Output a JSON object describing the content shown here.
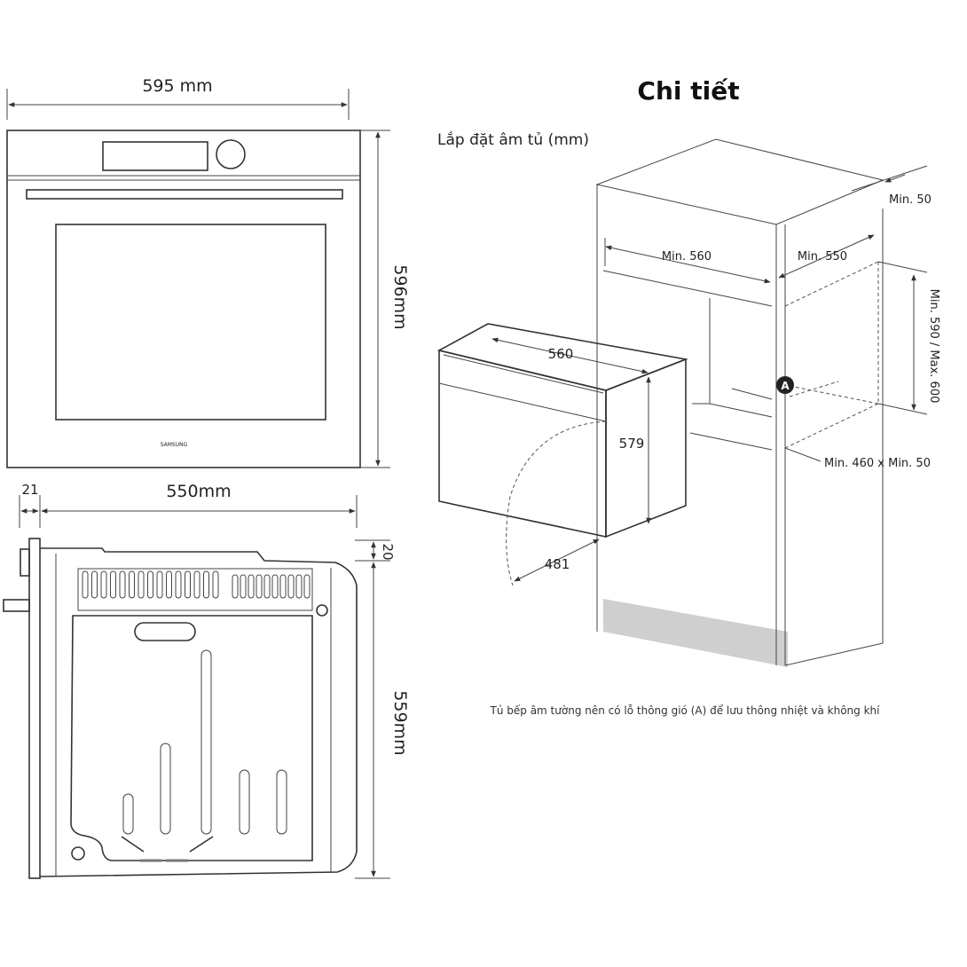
{
  "title": "Chi tiết",
  "subtitle": "Lắp đặt âm tủ (mm)",
  "front_view": {
    "width_label": "595 mm",
    "height_label": "596mm",
    "brand": "SAMSUNG"
  },
  "side_view": {
    "door_label": "21",
    "depth_label": "550mm",
    "top_offset_label": "20",
    "height_label": "559mm"
  },
  "installation": {
    "cabinet_width": "Min. 560",
    "cabinet_depth": "Min. 550",
    "rear_gap": "Min. 50",
    "niche_height": "Min. 590 / Max. 600",
    "vent_marker": "A",
    "vent_size": "Min. 460 x Min. 50",
    "oven_width": "560",
    "oven_height": "579",
    "door_open": "481"
  },
  "caption": "Tủ bếp âm tường nên có lỗ thông gió (A) để lưu thông nhiệt và không khí",
  "colors": {
    "line": "#333333",
    "plinth": "#cfcfcf",
    "marker": "#222222"
  }
}
